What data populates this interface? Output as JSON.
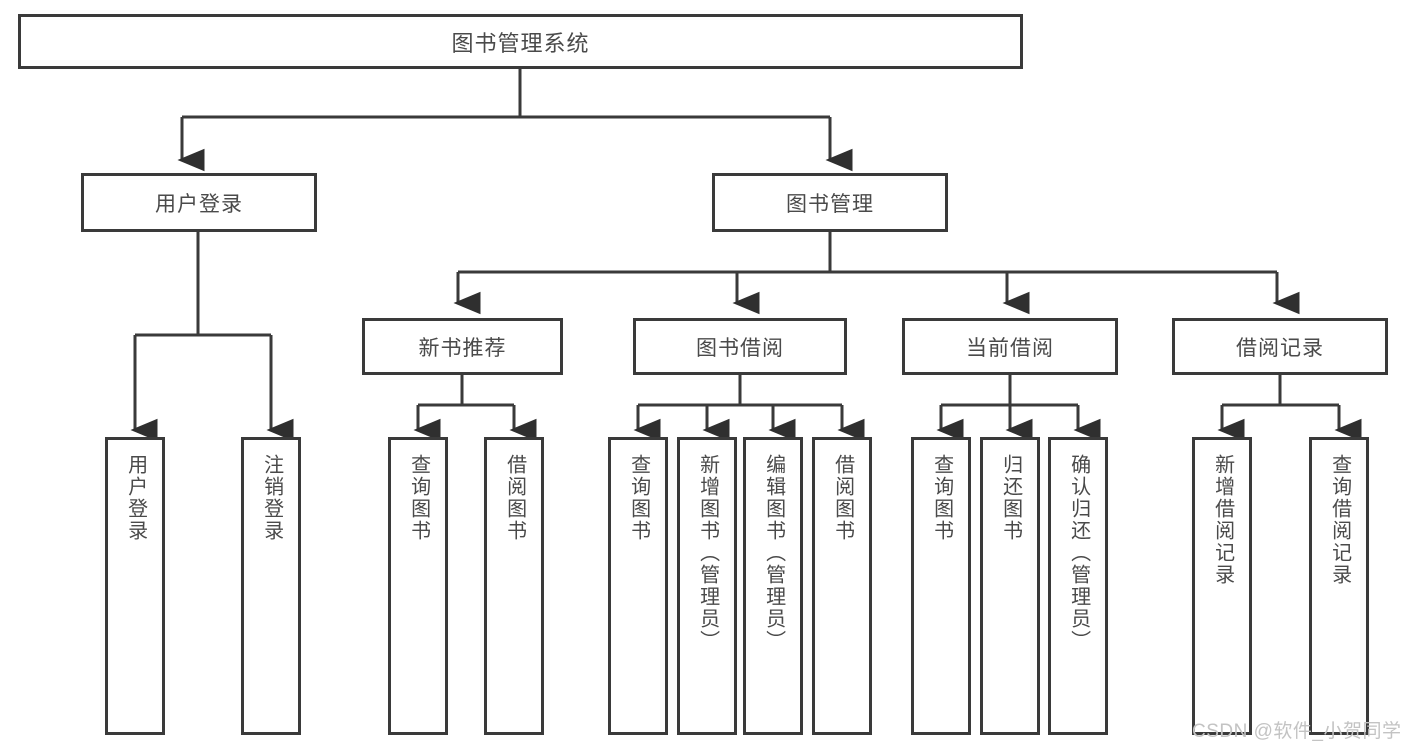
{
  "diagram": {
    "title": "图书管理系统",
    "type": "function-structure-tree",
    "colors": {
      "box_border": "#3a3a3a",
      "box_fill": "#ffffff",
      "text": "#4a4a4a",
      "edge": "#3a3a3a",
      "watermark": "#c3c3c3",
      "background": "#ffffff"
    },
    "root": {
      "label": "图书管理系统"
    },
    "level2": [
      {
        "label": "用户登录"
      },
      {
        "label": "图书管理"
      }
    ],
    "level3": [
      {
        "label": "新书推荐"
      },
      {
        "label": "图书借阅"
      },
      {
        "label": "当前借阅"
      },
      {
        "label": "借阅记录"
      }
    ],
    "leaves": {
      "user_login": [
        {
          "label": "用户登录"
        },
        {
          "label": "注销登录"
        }
      ],
      "new_book_recommend": [
        {
          "label": "查询图书"
        },
        {
          "label": "借阅图书"
        }
      ],
      "book_borrow": [
        {
          "label": "查询图书"
        },
        {
          "label": "新增图书（管理员）"
        },
        {
          "label": "编辑图书（管理员）"
        },
        {
          "label": "借阅图书"
        }
      ],
      "current_borrow": [
        {
          "label": "查询图书"
        },
        {
          "label": "归还图书"
        },
        {
          "label": "确认归还（管理员）"
        }
      ],
      "borrow_record": [
        {
          "label": "新增借阅记录"
        },
        {
          "label": "查询借阅记录"
        }
      ]
    },
    "watermark": "CSDN @软件_小贺同学"
  }
}
